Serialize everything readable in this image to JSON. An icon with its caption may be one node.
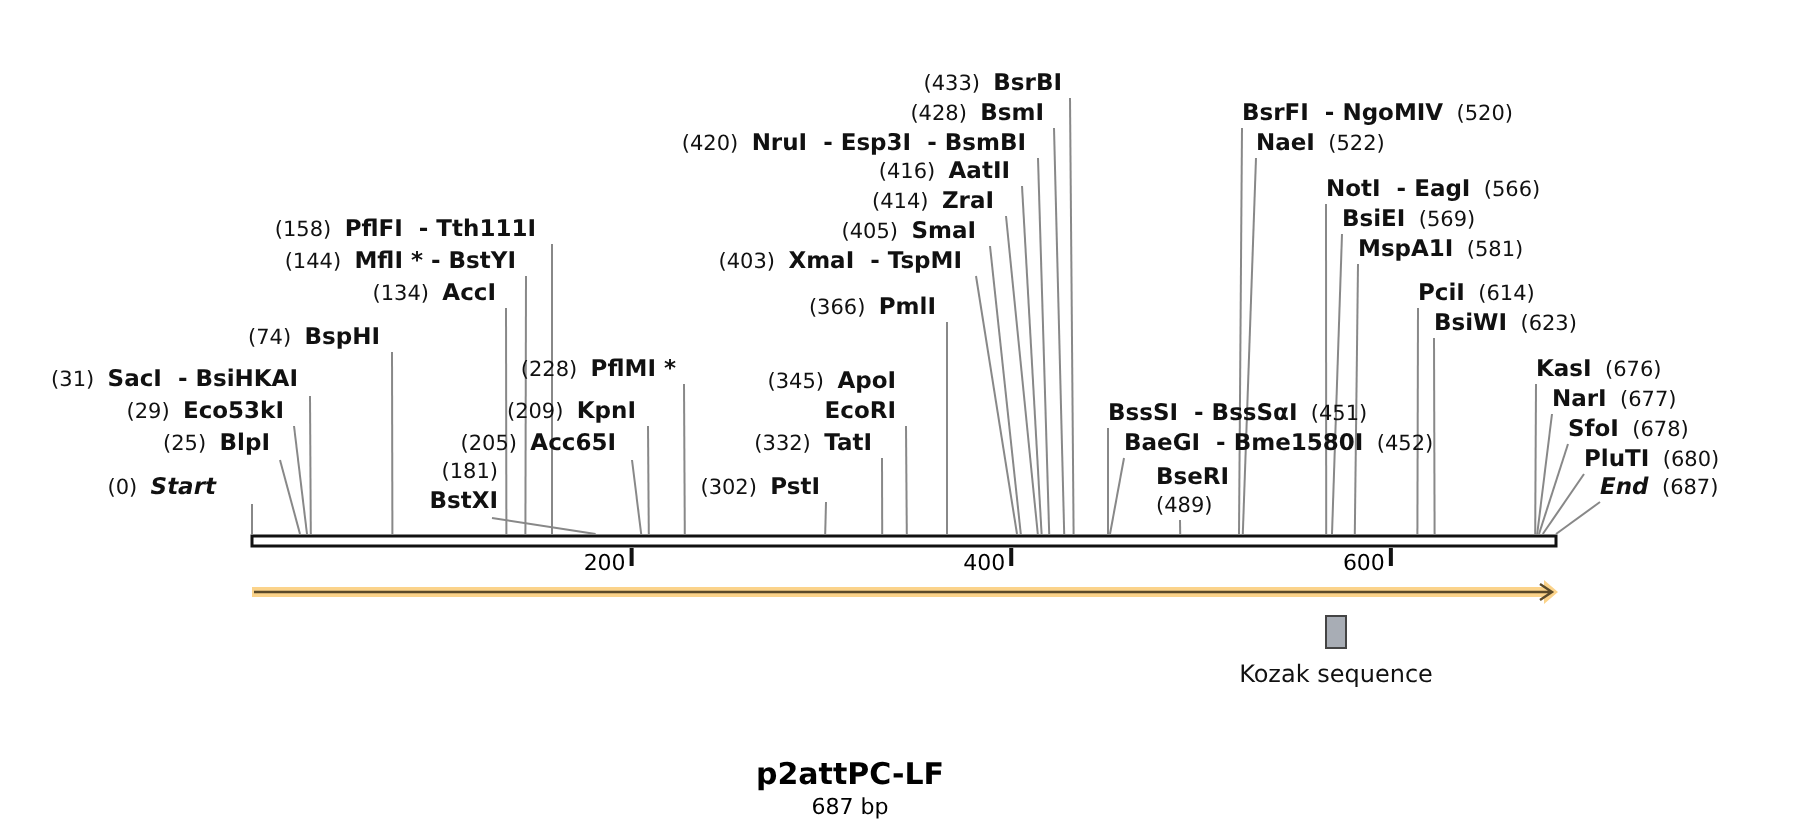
{
  "diagram": {
    "title": "p2attPC-LF",
    "caption": "687 bp",
    "nodes": [
      {
        "text": [
          "(0)",
          "Start"
        ]
      },
      {
        "text": [
          "(25)",
          "BlpI"
        ]
      },
      {
        "text": [
          "(29)",
          "Eco53kI"
        ]
      },
      {
        "text": [
          "(31)",
          "SacI  - BsiHKAI"
        ]
      },
      {
        "text": [
          "(74)",
          "BspHI"
        ]
      },
      {
        "text": [
          "(134)",
          "AccI"
        ]
      },
      {
        "text": [
          "(144)",
          "MflI * - BstYI"
        ]
      },
      {
        "text": [
          "(158)",
          "PflFI  - Tth111I"
        ]
      },
      {
        "text": [
          "(181)",
          "BstXI"
        ]
      },
      {
        "text": [
          "(205)",
          "Acc65I"
        ]
      },
      {
        "text": [
          "(209)",
          "KpnI"
        ]
      },
      {
        "text": [
          "(228)",
          "PflMI *"
        ]
      },
      {
        "text": [
          "(302)",
          "PstI"
        ]
      },
      {
        "text": [
          "(332)",
          "TatI"
        ]
      },
      {
        "text": [
          "(345)",
          "ApoI",
          "EcoRI"
        ]
      },
      {
        "text": [
          "(366)",
          "PmlI"
        ]
      },
      {
        "text": [
          "(403)",
          "XmaI  - TspMI"
        ]
      },
      {
        "text": [
          "(405)",
          "SmaI"
        ]
      },
      {
        "text": [
          "(414)",
          "ZraI"
        ]
      },
      {
        "text": [
          "(416)",
          "AatII"
        ]
      },
      {
        "text": [
          "(420)",
          "NruI  - Esp3I  - BsmBI"
        ]
      },
      {
        "text": [
          "(428)",
          "BsmI"
        ]
      },
      {
        "text": [
          "(433)",
          "BsrBI"
        ]
      },
      {
        "text": [
          "BssSI  - BssSαI",
          "(451)"
        ]
      },
      {
        "text": [
          "BaeGI  - Bme1580I",
          "(452)"
        ]
      },
      {
        "text": [
          "BseRI",
          "(489)"
        ]
      },
      {
        "text": [
          "BsrFI  - NgoMIV",
          "(520)"
        ]
      },
      {
        "text": [
          "NaeI",
          "(522)"
        ]
      },
      {
        "text": [
          "NotI  - EagI",
          "(566)"
        ]
      },
      {
        "text": [
          "BsiEI",
          "(569)"
        ]
      },
      {
        "text": [
          "MspA1I",
          "(581)"
        ]
      },
      {
        "text": [
          "PciI",
          "(614)"
        ]
      },
      {
        "text": [
          "BsiWI",
          "(623)"
        ]
      },
      {
        "text": [
          "KasI",
          "(676)"
        ]
      },
      {
        "text": [
          "NarI",
          "(677)"
        ]
      },
      {
        "text": [
          "SfoI",
          "(678)"
        ]
      },
      {
        "text": [
          "PluTI",
          "(680)"
        ]
      },
      {
        "text": [
          "End",
          "(687)"
        ]
      },
      {
        "text": [
          "Kozak sequence"
        ]
      },
      {
        "text": [],
        "shape": "bar"
      }
    ],
    "edges": [
      {
        "from": 0,
        "to": 39,
        "arrow": "none"
      },
      {
        "from": 1,
        "to": 39,
        "arrow": "none"
      },
      {
        "from": 2,
        "to": 39,
        "arrow": "none"
      },
      {
        "from": 3,
        "to": 39,
        "arrow": "none"
      },
      {
        "from": 4,
        "to": 39,
        "arrow": "none"
      },
      {
        "from": 5,
        "to": 39,
        "arrow": "none"
      },
      {
        "from": 6,
        "to": 39,
        "arrow": "none"
      },
      {
        "from": 7,
        "to": 39,
        "arrow": "none"
      },
      {
        "from": 8,
        "to": 39,
        "arrow": "none"
      },
      {
        "from": 9,
        "to": 39,
        "arrow": "none"
      },
      {
        "from": 10,
        "to": 39,
        "arrow": "none"
      },
      {
        "from": 11,
        "to": 39,
        "arrow": "none"
      },
      {
        "from": 12,
        "to": 39,
        "arrow": "none"
      },
      {
        "from": 13,
        "to": 39,
        "arrow": "none"
      },
      {
        "from": 14,
        "to": 39,
        "arrow": "none"
      },
      {
        "from": 15,
        "to": 39,
        "arrow": "none"
      },
      {
        "from": 16,
        "to": 39,
        "arrow": "none"
      },
      {
        "from": 17,
        "to": 39,
        "arrow": "none"
      },
      {
        "from": 18,
        "to": 39,
        "arrow": "none"
      },
      {
        "from": 19,
        "to": 39,
        "arrow": "none"
      },
      {
        "from": 20,
        "to": 39,
        "arrow": "none"
      },
      {
        "from": 21,
        "to": 39,
        "arrow": "none"
      },
      {
        "from": 22,
        "to": 39,
        "arrow": "none"
      },
      {
        "from": 23,
        "to": 39,
        "arrow": "none"
      },
      {
        "from": 24,
        "to": 39,
        "arrow": "none"
      },
      {
        "from": 25,
        "to": 39,
        "arrow": "none"
      },
      {
        "from": 26,
        "to": 39,
        "arrow": "none"
      },
      {
        "from": 27,
        "to": 39,
        "arrow": "none"
      },
      {
        "from": 28,
        "to": 39,
        "arrow": "none"
      },
      {
        "from": 29,
        "to": 39,
        "arrow": "none"
      },
      {
        "from": 30,
        "to": 39,
        "arrow": "none"
      },
      {
        "from": 31,
        "to": 39,
        "arrow": "none"
      },
      {
        "from": 32,
        "to": 39,
        "arrow": "none"
      },
      {
        "from": 33,
        "to": 39,
        "arrow": "none"
      },
      {
        "from": 34,
        "to": 39,
        "arrow": "none"
      },
      {
        "from": 35,
        "to": 39,
        "arrow": "none"
      },
      {
        "from": 36,
        "to": 39,
        "arrow": "none"
      },
      {
        "from": 37,
        "to": 39,
        "arrow": "none"
      }
    ],
    "labels": [
      "200",
      "400",
      "600"
    ]
  }
}
